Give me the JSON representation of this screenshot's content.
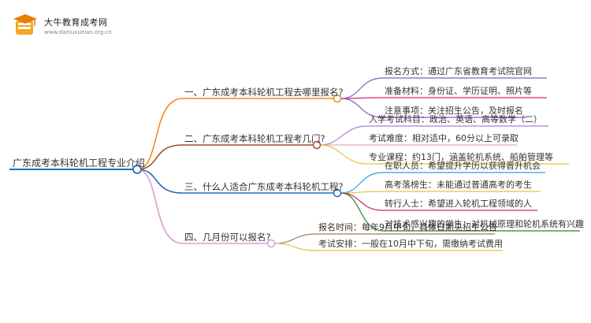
{
  "brand": {
    "name": "大牛教育成考网",
    "url": "www.daniuxueiao.org.cn",
    "accent": "#f5a623"
  },
  "root": {
    "label": "广东成考本科轮机工程专业介绍"
  },
  "branches": [
    {
      "label": "一、广东成考本科轮机工程去哪里报名?",
      "color": "#f08a24",
      "children": [
        {
          "label": "报名方式：通过广东省教育考试院官网",
          "color": "#8b59c4"
        },
        {
          "label": "准备材料：身份证、学历证明、照片等",
          "color": "#d9266a"
        },
        {
          "label": "注意事项：关注招生公告，及时报名",
          "color": "#8b59c4"
        }
      ]
    },
    {
      "label": "二、广东成考本科轮机工程考几门?",
      "color": "#a0522d",
      "children": [
        {
          "label": "入学考试科目：政治、英语、高等数学（二）",
          "color": "#b07bd6"
        },
        {
          "label": "考试难度：相对适中，60分以上可录取",
          "color": "#e8a9c4"
        },
        {
          "label": "专业课程：约13门，涵盖轮机系统、船舶管理等",
          "color": "#e8c23a"
        }
      ]
    },
    {
      "label": "三、什么人适合广东成考本科轮机工程?",
      "color": "#1e6fb8",
      "children": [
        {
          "label": "在职人员：希望提升学历以获得晋升机会",
          "color": "#2b9fd9"
        },
        {
          "label": "高考落榜生：未能通过普通高考的考生",
          "color": "#e8c23a"
        },
        {
          "label": "转行人士：希望进入轮机工程领域的人",
          "color": "#d9266a"
        },
        {
          "label": "对技术感兴趣的学生：对机械原理和轮机系统有兴趣",
          "color": "#2e7d32"
        }
      ]
    },
    {
      "label": "四、几月份可以报名?",
      "color": "#e29bd0",
      "children": [
        {
          "label": "报名时间：每年9月中旬，具体日期见招生公告",
          "color": "#a07a5a"
        },
        {
          "label": "考试安排：一般在10月中下旬，需缴纳考试费用",
          "color": "#e8c23a"
        }
      ]
    }
  ]
}
